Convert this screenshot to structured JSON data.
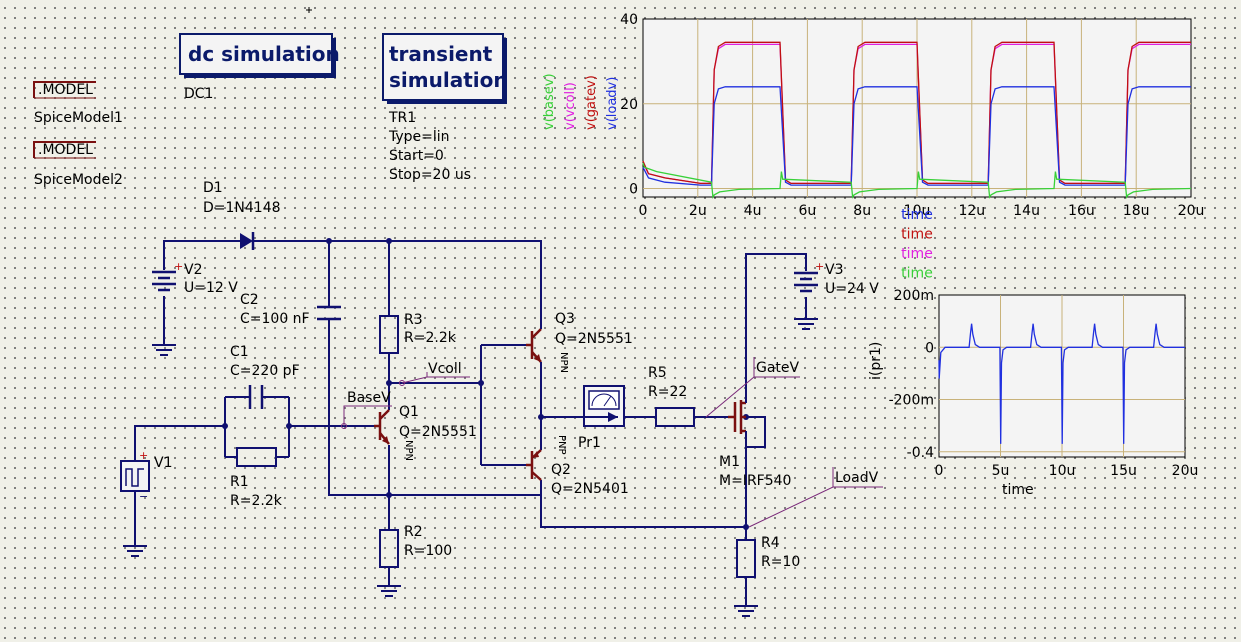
{
  "sim_blocks": {
    "dc": {
      "title": "dc simulation",
      "name": "DC1"
    },
    "tran": {
      "title_line1": "transient",
      "title_line2": "simulation",
      "name": "TR1",
      "type": "Type=lin",
      "start": "Start=0",
      "stop": "Stop=20 us"
    }
  },
  "models": [
    {
      "label": ".MODEL",
      "name": "SpiceModel1"
    },
    {
      "label": ".MODEL",
      "name": "SpiceModel2"
    }
  ],
  "components": {
    "d1": {
      "name": "D1",
      "value": "D=1N4148"
    },
    "v2": {
      "name": "V2",
      "value": "U=12 V"
    },
    "c2": {
      "name": "C2",
      "value": "C=100 nF"
    },
    "c1": {
      "name": "C1",
      "value": "C=220 pF"
    },
    "r1": {
      "name": "R1",
      "value": "R=2.2k"
    },
    "v1": {
      "name": "V1"
    },
    "r3": {
      "name": "R3",
      "value": "R=2.2k"
    },
    "q1": {
      "name": "Q1",
      "value": "Q=2N5551",
      "type": "NPN"
    },
    "r2": {
      "name": "R2",
      "value": "R=100"
    },
    "q3": {
      "name": "Q3",
      "value": "Q=2N5551",
      "type": "NPN"
    },
    "q2": {
      "name": "Q2",
      "value": "Q=2N5401",
      "type": "PNP"
    },
    "pr1": {
      "name": "Pr1"
    },
    "r5": {
      "name": "R5",
      "value": "R=22"
    },
    "v3": {
      "name": "V3",
      "value": "U=24 V"
    },
    "m1": {
      "name": "M1",
      "value": "M=IRF540"
    },
    "r4": {
      "name": "R4",
      "value": "R=10"
    }
  },
  "node_labels": {
    "basev": "BaseV",
    "vcoll": "Vcoll",
    "gatev": "GateV",
    "loadv": "LoadV"
  },
  "polarity": {
    "plus": "+",
    "minus": "−"
  },
  "colors": {
    "wire": "#101070",
    "component": "#101070",
    "transistor": "#7a1010",
    "grid_line": "#c8b27a",
    "basev": "#38d038",
    "vcoll": "#e020e0",
    "gatev": "#c01010",
    "loadv": "#2030e0",
    "probe": "#2030e0"
  },
  "chart_data": [
    {
      "type": "line",
      "title": "",
      "xlabel_entries": [
        {
          "text": "time",
          "color": "#2030e0"
        },
        {
          "text": "time",
          "color": "#c01010"
        },
        {
          "text": "time",
          "color": "#e020e0"
        },
        {
          "text": "time",
          "color": "#38d038"
        }
      ],
      "ylabel_entries": [
        {
          "text": "v(basev)",
          "color": "#38d038"
        },
        {
          "text": "v(vcoll)",
          "color": "#e020e0"
        },
        {
          "text": "v(gatev)",
          "color": "#c01010"
        },
        {
          "text": "v(loadv)",
          "color": "#2030e0"
        }
      ],
      "xlim": [
        0,
        20
      ],
      "ylim": [
        -2,
        40
      ],
      "x_ticks": [
        0,
        2,
        4,
        6,
        8,
        10,
        12,
        14,
        16,
        18,
        20
      ],
      "x_tick_labels": [
        "0",
        "2u",
        "4u",
        "6u",
        "8u",
        "10u",
        "12u",
        "14u",
        "16u",
        "18u",
        "20u"
      ],
      "y_ticks": [
        0,
        20,
        40
      ],
      "y_tick_labels": [
        "0",
        "20",
        "40"
      ],
      "grid": true,
      "series": [
        {
          "name": "v(vcoll)",
          "color": "#e020e0",
          "x": [
            0,
            0.2,
            0.8,
            2.1,
            2.5,
            2.6,
            2.75,
            3.0,
            3.5,
            5.0,
            5.2,
            5.4,
            6.0,
            7.6,
            7.7,
            7.85,
            8.1,
            8.6,
            10.0,
            10.2,
            10.4,
            11.0,
            12.6,
            12.7,
            12.85,
            13.1,
            13.6,
            15.0,
            15.2,
            15.4,
            16.0,
            17.6,
            17.7,
            17.85,
            18.1,
            18.6,
            20.0
          ],
          "y": [
            6,
            3.5,
            2.5,
            1.2,
            1.2,
            28,
            33,
            34,
            34,
            34,
            2,
            1.2,
            1.2,
            1.2,
            28,
            33,
            34,
            34,
            34,
            2,
            1.2,
            1.2,
            1.2,
            28,
            33,
            34,
            34,
            34,
            2,
            1.2,
            1.2,
            1.2,
            28,
            33,
            34,
            34,
            34
          ]
        },
        {
          "name": "v(gatev)",
          "color": "#c01010",
          "x": [
            0,
            0.2,
            0.8,
            2.1,
            2.5,
            2.6,
            2.75,
            3.0,
            3.5,
            5.0,
            5.2,
            5.4,
            6.0,
            7.6,
            7.7,
            7.85,
            8.1,
            8.6,
            10.0,
            10.2,
            10.4,
            11.0,
            12.6,
            12.7,
            12.85,
            13.1,
            13.6,
            15.0,
            15.2,
            15.4,
            16.0,
            17.6,
            17.7,
            17.85,
            18.1,
            18.6,
            20.0
          ],
          "y": [
            6.5,
            3.5,
            2.5,
            1.2,
            1.2,
            28,
            33.5,
            34.5,
            34.5,
            34.5,
            2,
            1.2,
            1.2,
            1.2,
            28,
            33.5,
            34.5,
            34.5,
            34.5,
            2,
            1.2,
            1.2,
            1.2,
            28,
            33.5,
            34.5,
            34.5,
            34.5,
            2,
            1.2,
            1.2,
            1.2,
            28,
            33.5,
            34.5,
            34.5,
            34.5
          ]
        },
        {
          "name": "v(loadv)",
          "color": "#2030e0",
          "x": [
            0,
            0.2,
            0.8,
            2.1,
            2.5,
            2.6,
            2.75,
            3.0,
            3.5,
            5.0,
            5.2,
            5.4,
            6.0,
            7.6,
            7.7,
            7.85,
            8.1,
            8.6,
            10.0,
            10.2,
            10.4,
            11.0,
            12.6,
            12.7,
            12.85,
            13.1,
            13.6,
            15.0,
            15.2,
            15.4,
            16.0,
            17.6,
            17.7,
            17.85,
            18.1,
            18.6,
            20.0
          ],
          "y": [
            5,
            2.5,
            1.5,
            0.8,
            0.8,
            20,
            23.5,
            24,
            24,
            24,
            1.5,
            0.8,
            0.8,
            0.8,
            20,
            23.5,
            24,
            24,
            24,
            1.5,
            0.8,
            0.8,
            0.8,
            20,
            23.5,
            24,
            24,
            24,
            1.5,
            0.8,
            0.8,
            0.8,
            20,
            23.5,
            24,
            24,
            24
          ]
        },
        {
          "name": "v(basev)",
          "color": "#38d038",
          "x": [
            0,
            0.05,
            0.5,
            2.5,
            2.55,
            2.6,
            2.8,
            3.5,
            5.0,
            5.05,
            5.1,
            7.6,
            7.65,
            7.7,
            7.9,
            8.6,
            10.0,
            10.05,
            10.1,
            12.6,
            12.65,
            12.7,
            12.9,
            13.6,
            15.0,
            15.05,
            15.1,
            17.6,
            17.65,
            17.7,
            17.9,
            18.6,
            20.0
          ],
          "y": [
            6,
            5,
            4,
            1.5,
            -2,
            -1.5,
            -0.8,
            -0.2,
            0,
            4,
            2.2,
            1.5,
            -2,
            -1.5,
            -0.8,
            -0.2,
            0,
            4,
            2.2,
            1.5,
            -2,
            -1.5,
            -0.8,
            -0.2,
            0,
            4,
            2.2,
            1.5,
            -2,
            -1.5,
            -0.8,
            -0.2,
            0
          ]
        }
      ]
    },
    {
      "type": "line",
      "title": "",
      "xlabel": "time",
      "ylabel": "i(pr1)",
      "xlim": [
        0,
        20
      ],
      "ylim": [
        -0.42,
        0.2
      ],
      "x_ticks": [
        0,
        5,
        10,
        15,
        20
      ],
      "x_tick_labels": [
        "0",
        "5u",
        "10u",
        "15u",
        "20u"
      ],
      "y_ticks": [
        0.2,
        0,
        -0.2,
        -0.4
      ],
      "y_tick_labels": [
        "200m",
        "0",
        "-200m",
        "-0.4"
      ],
      "grid": true,
      "series": [
        {
          "name": "i(pr1)",
          "color": "#2030e0",
          "x": [
            0,
            0.02,
            0.15,
            0.5,
            2.45,
            2.55,
            2.65,
            2.75,
            2.95,
            3.3,
            4.95,
            5.02,
            5.08,
            5.2,
            5.5,
            7.45,
            7.55,
            7.65,
            7.75,
            7.95,
            8.3,
            9.95,
            10.02,
            10.08,
            10.2,
            10.5,
            12.45,
            12.55,
            12.65,
            12.75,
            12.95,
            13.3,
            14.95,
            15.02,
            15.08,
            15.2,
            15.5,
            17.45,
            17.55,
            17.65,
            17.75,
            17.95,
            18.3,
            20.0
          ],
          "y": [
            -0.05,
            -0.12,
            -0.02,
            0,
            0,
            0.05,
            0.09,
            0.05,
            0.01,
            0,
            0,
            -0.37,
            -0.06,
            -0.01,
            0,
            0,
            0.05,
            0.09,
            0.05,
            0.01,
            0,
            0,
            -0.37,
            -0.06,
            -0.01,
            0,
            0,
            0.05,
            0.09,
            0.05,
            0.01,
            0,
            0,
            -0.37,
            -0.06,
            -0.01,
            0,
            0,
            0.05,
            0.09,
            0.05,
            0.01,
            0,
            0
          ]
        }
      ]
    }
  ]
}
